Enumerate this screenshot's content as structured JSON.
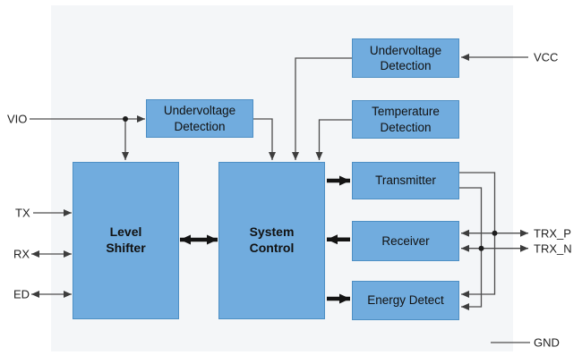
{
  "diagram": {
    "blocks": {
      "uv_top": {
        "label": "Undervoltage\nDetection"
      },
      "uv_left": {
        "label": "Undervoltage\nDetection"
      },
      "temp": {
        "label": "Temperature\nDetection"
      },
      "level_shifter": {
        "label": "Level\nShifter"
      },
      "system_control": {
        "label": "System\nControl"
      },
      "transmitter": {
        "label": "Transmitter"
      },
      "receiver": {
        "label": "Receiver"
      },
      "energy_detect": {
        "label": "Energy Detect"
      }
    },
    "pins": {
      "vio": "VIO",
      "tx": "TX",
      "rx": "RX",
      "ed": "ED",
      "vcc": "VCC",
      "trx_p": "TRX_P",
      "trx_n": "TRX_N",
      "gnd": "GND"
    },
    "colors": {
      "panel_bg": "#f4f6f8",
      "block_fill": "#71acde",
      "block_border": "#4d8fc4",
      "wire": "#4d4d4d",
      "thick_wire": "#141414",
      "text": "#1a1a1a"
    }
  }
}
